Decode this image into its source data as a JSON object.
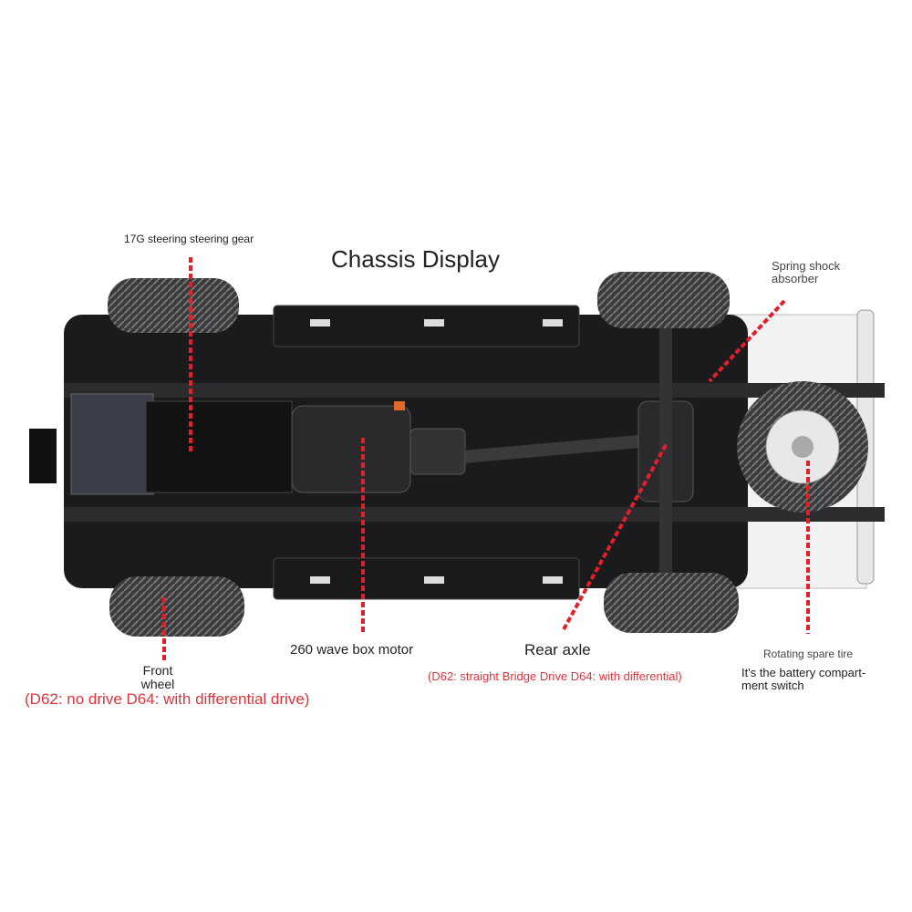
{
  "title": "Chassis Display",
  "labels": {
    "steering_gear": "17G steering steering gear",
    "shock_absorber_line1": "Spring shock",
    "shock_absorber_line2": "absorber",
    "motor": "260 wave box motor",
    "rear_axle": "Rear axle",
    "rear_axle_note": "(D62: straight Bridge Drive D64: with differential)",
    "front_wheel_line1": "Front",
    "front_wheel_line2": "wheel",
    "front_wheel_note": "(D62: no drive D64: with differential drive)",
    "spare_tire": "Rotating spare tire",
    "battery_switch_line1": "It's the battery compart-",
    "battery_switch_line2": "ment switch"
  },
  "colors": {
    "callout": "#e0202a",
    "note_text": "#d9363e",
    "chassis": "#1b1b1d"
  }
}
